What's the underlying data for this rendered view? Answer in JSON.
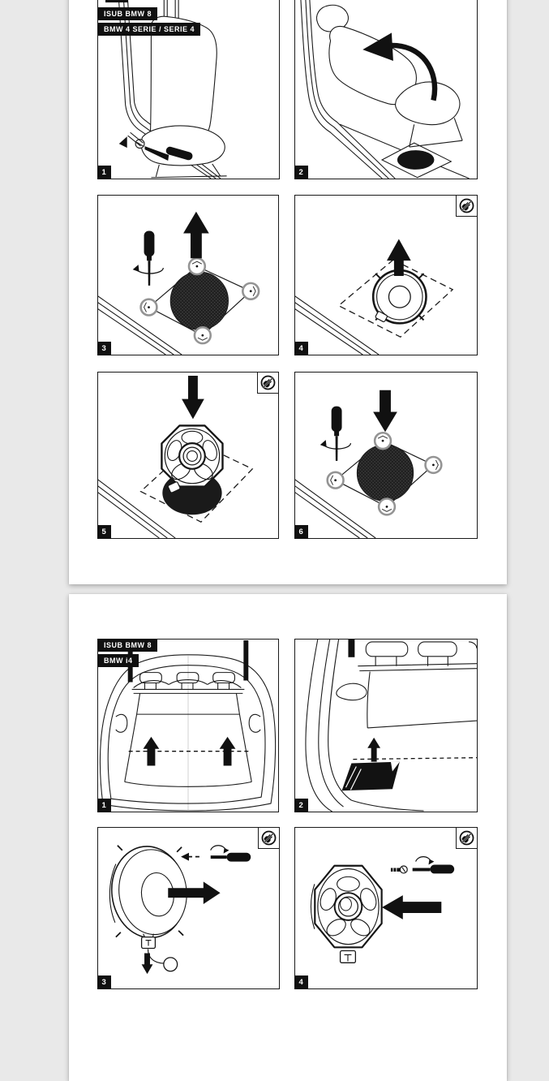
{
  "document": {
    "canvas_color": "#e9e9e9",
    "page_color": "#ffffff",
    "ink_color": "#1a1a1a",
    "label_bg_color": "#101010",
    "label_text_color": "#ffffff",
    "screw_ring_color": "#949494"
  },
  "icons": {
    "disconnect_connector": "disconnect-connector-icon"
  },
  "pages": [
    {
      "product_label": "ISUB BMW 8",
      "model_label": "BMW 4 SERIE / SERIE 4",
      "steps": [
        {
          "number": "1"
        },
        {
          "number": "2"
        },
        {
          "number": "3"
        },
        {
          "number": "4",
          "icon": "disconnect-connector"
        },
        {
          "number": "5",
          "icon": "disconnect-connector"
        },
        {
          "number": "6"
        }
      ]
    },
    {
      "product_label": "ISUB BMW 8",
      "model_label": "BMW i4",
      "steps": [
        {
          "number": "1"
        },
        {
          "number": "2"
        },
        {
          "number": "3",
          "icon": "disconnect-connector"
        },
        {
          "number": "4",
          "icon": "disconnect-connector"
        }
      ]
    }
  ]
}
